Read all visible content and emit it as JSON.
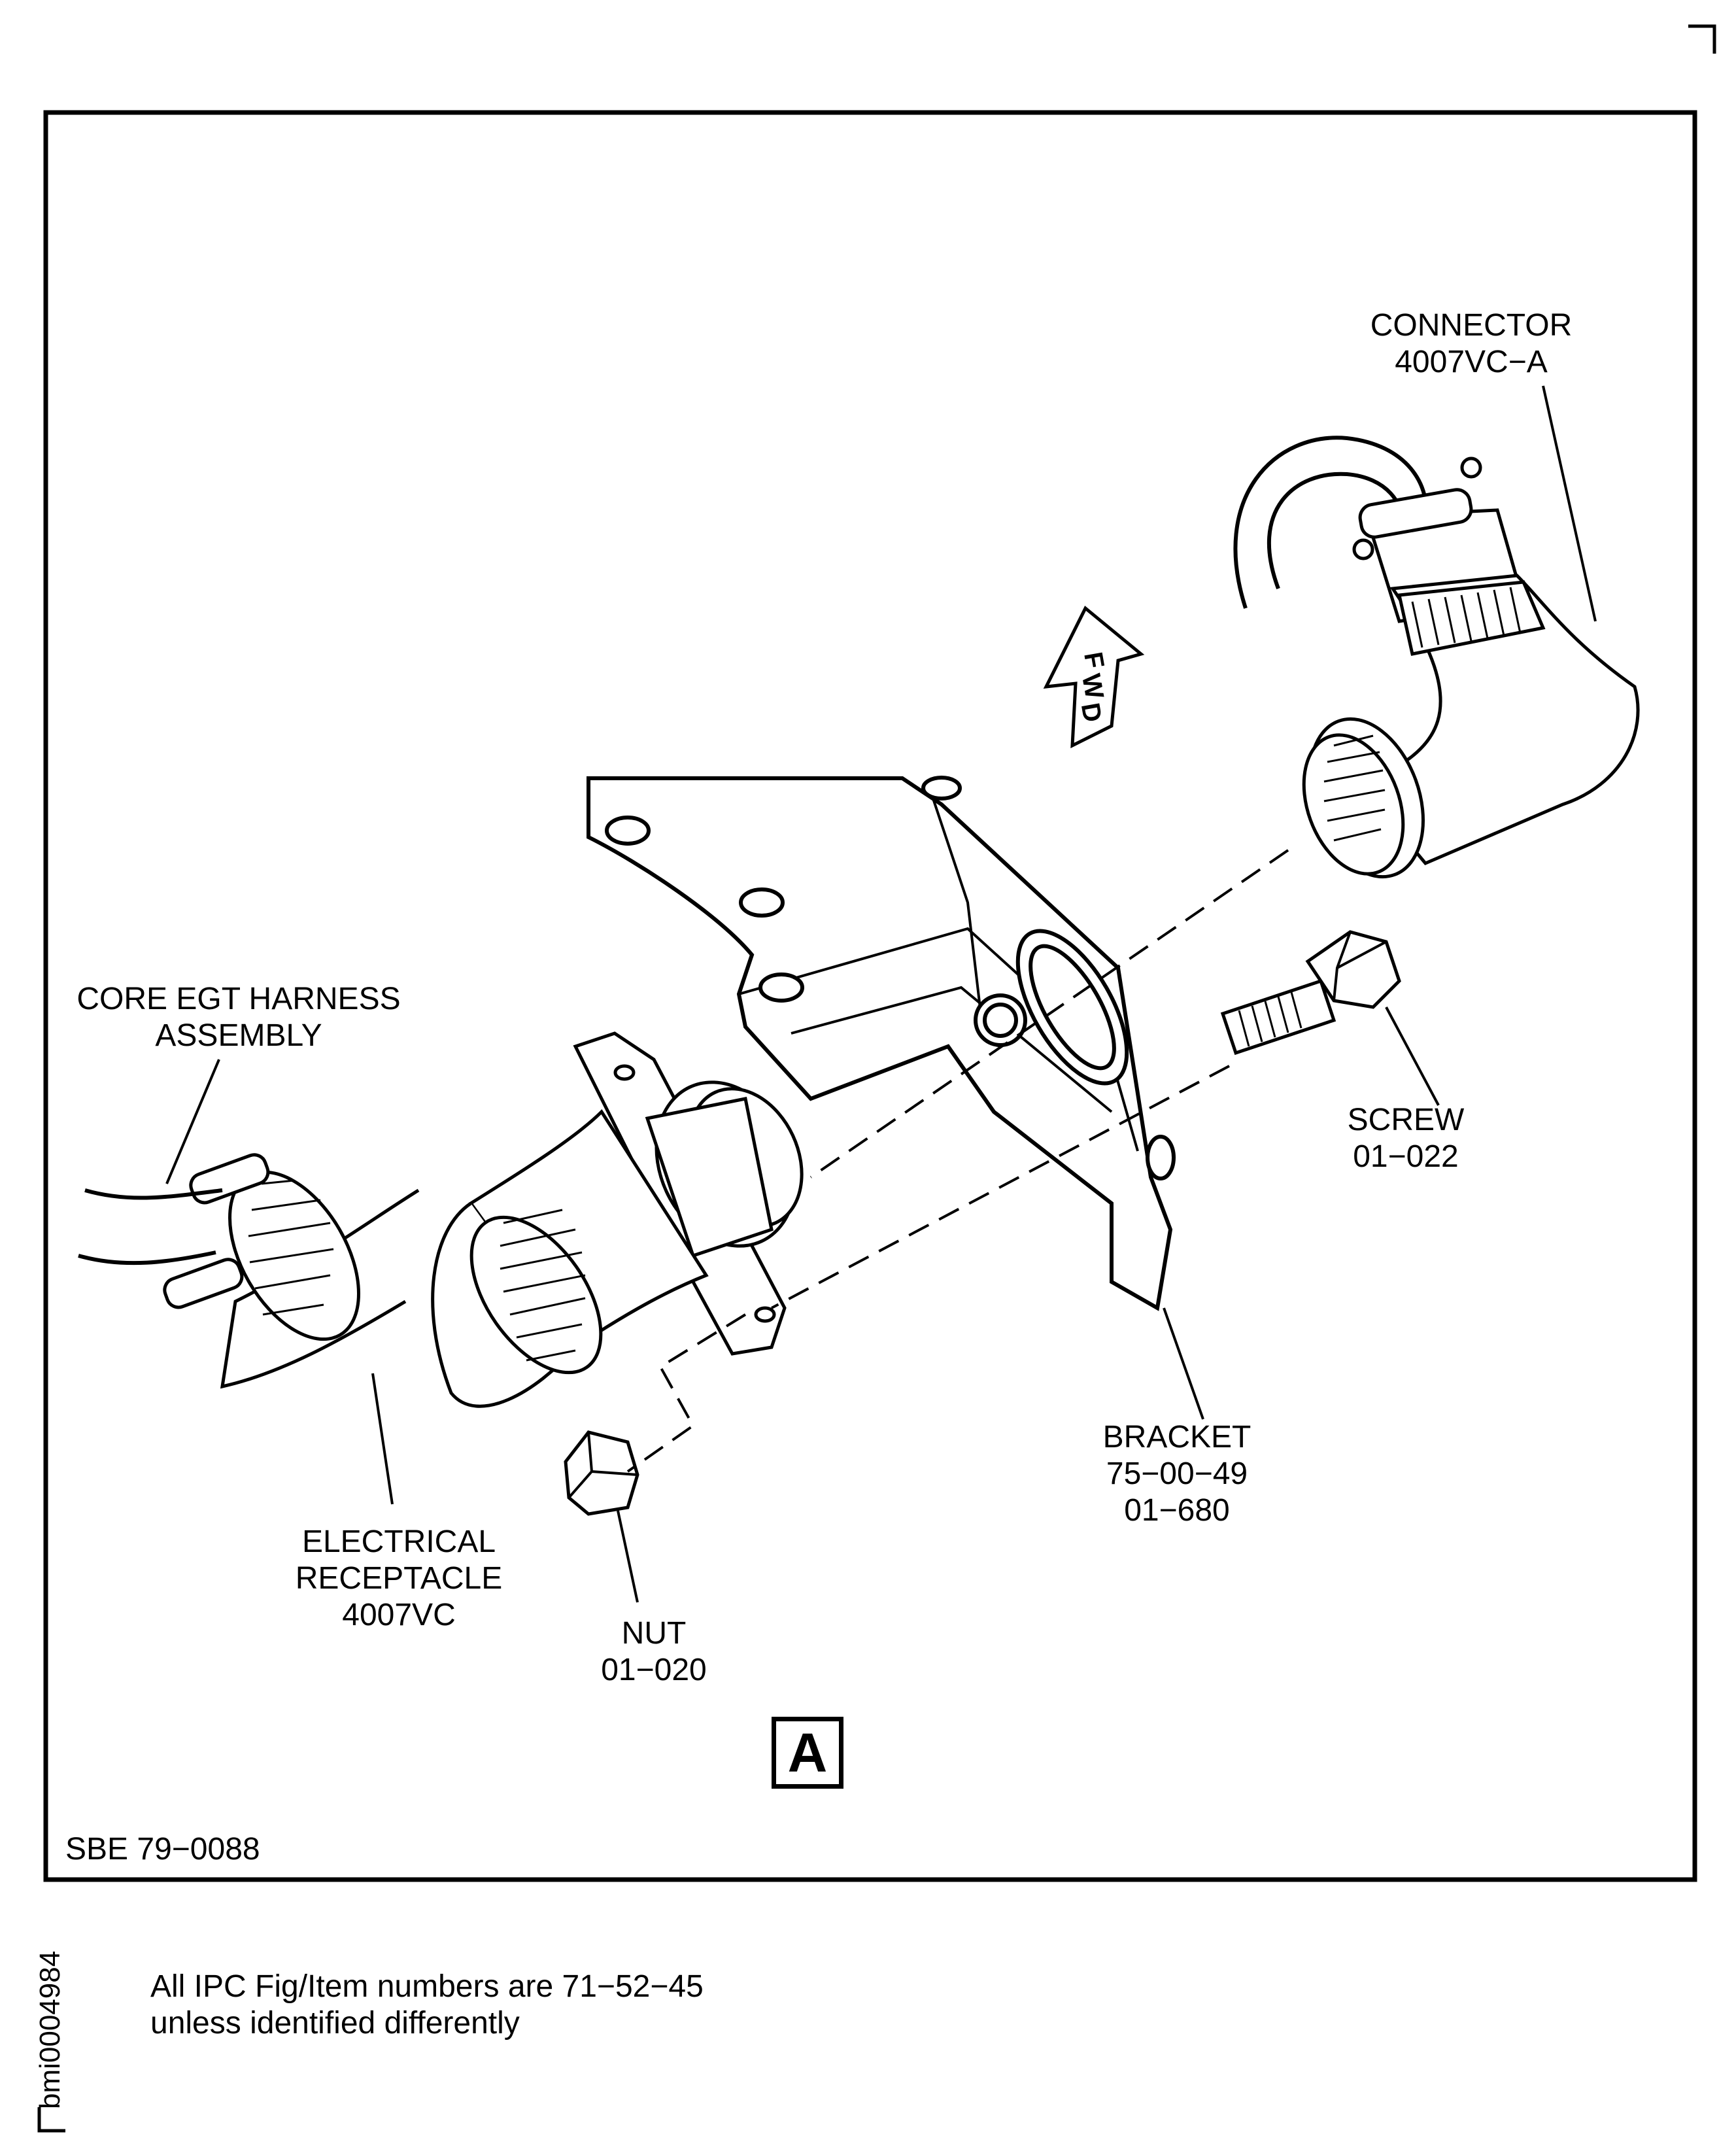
{
  "labels": {
    "connector": [
      "CONNECTOR",
      "4007VC−A"
    ],
    "harness": [
      "CORE EGT HARNESS",
      "ASSEMBLY"
    ],
    "screw": [
      "SCREW",
      "01−022"
    ],
    "bracket": [
      "BRACKET",
      "75−00−49",
      "01−680"
    ],
    "receptacle": [
      "ELECTRICAL",
      "RECEPTACLE",
      "4007VC"
    ],
    "nut": [
      "NUT",
      "01−020"
    ]
  },
  "fwd_arrow_text": [
    "F",
    "W",
    "D"
  ],
  "view_letter": "A",
  "sbe_ref": "SBE 79−0088",
  "footnote": [
    "All IPC Fig/Item numbers are 71−52−45",
    "unless identified differently"
  ],
  "side_code": "bmi0004984"
}
